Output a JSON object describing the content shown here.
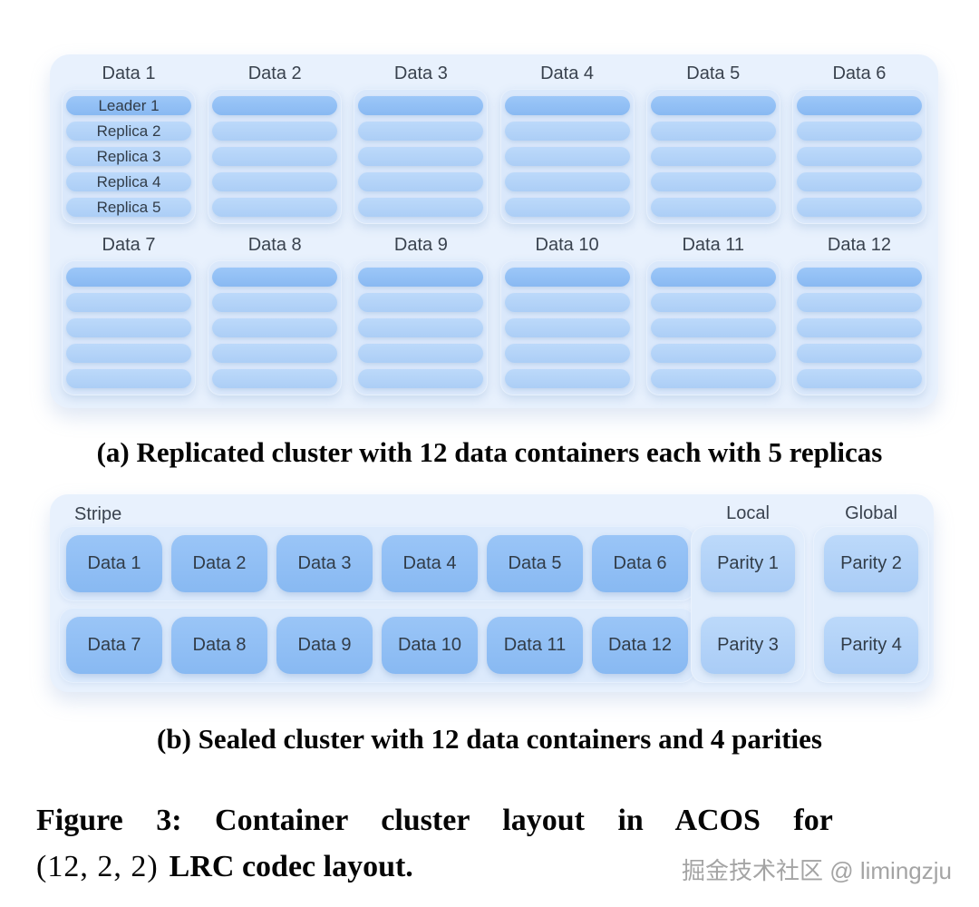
{
  "panel_a": {
    "caption": "(a) Replicated cluster with 12 data containers each with 5 replicas",
    "containers": [
      {
        "title": "Data 1",
        "bars": [
          "Leader 1",
          "Replica 2",
          "Replica 3",
          "Replica 4",
          "Replica 5"
        ]
      },
      {
        "title": "Data 2",
        "bars": [
          "",
          "",
          "",
          "",
          ""
        ]
      },
      {
        "title": "Data 3",
        "bars": [
          "",
          "",
          "",
          "",
          ""
        ]
      },
      {
        "title": "Data 4",
        "bars": [
          "",
          "",
          "",
          "",
          ""
        ]
      },
      {
        "title": "Data 5",
        "bars": [
          "",
          "",
          "",
          "",
          ""
        ]
      },
      {
        "title": "Data 6",
        "bars": [
          "",
          "",
          "",
          "",
          ""
        ]
      },
      {
        "title": "Data 7",
        "bars": [
          "",
          "",
          "",
          "",
          ""
        ]
      },
      {
        "title": "Data 8",
        "bars": [
          "",
          "",
          "",
          "",
          ""
        ]
      },
      {
        "title": "Data 9",
        "bars": [
          "",
          "",
          "",
          "",
          ""
        ]
      },
      {
        "title": "Data 10",
        "bars": [
          "",
          "",
          "",
          "",
          ""
        ]
      },
      {
        "title": "Data 11",
        "bars": [
          "",
          "",
          "",
          "",
          ""
        ]
      },
      {
        "title": "Data 12",
        "bars": [
          "",
          "",
          "",
          "",
          ""
        ]
      }
    ]
  },
  "panel_b": {
    "caption": "(b) Sealed cluster with 12 data containers and 4 parities",
    "stripe_label": "Stripe",
    "rows": [
      [
        "Data 1",
        "Data 2",
        "Data 3",
        "Data 4",
        "Data 5",
        "Data 6"
      ],
      [
        "Data 7",
        "Data 8",
        "Data 9",
        "Data 10",
        "Data 11",
        "Data 12"
      ]
    ],
    "local": {
      "label": "Local",
      "parities": [
        "Parity 1",
        "Parity 3"
      ]
    },
    "global": {
      "label": "Global",
      "parities": [
        "Parity 2",
        "Parity 4"
      ]
    }
  },
  "figure_caption": {
    "line1": "Figure 3: Container cluster layout in ACOS for",
    "line2_math": "(12, 2, 2)",
    "line2_bold": "LRC codec layout."
  },
  "watermark": "掘金技术社区 @ limingzju",
  "colors": {
    "panel_bg": "#E8F1FD",
    "card_bg": "#DAE8FB",
    "leader_blue": "#8FBEF4",
    "replica_blue": "#B3D3F8",
    "label_text": "#39424E",
    "caption_text": "#050505"
  }
}
